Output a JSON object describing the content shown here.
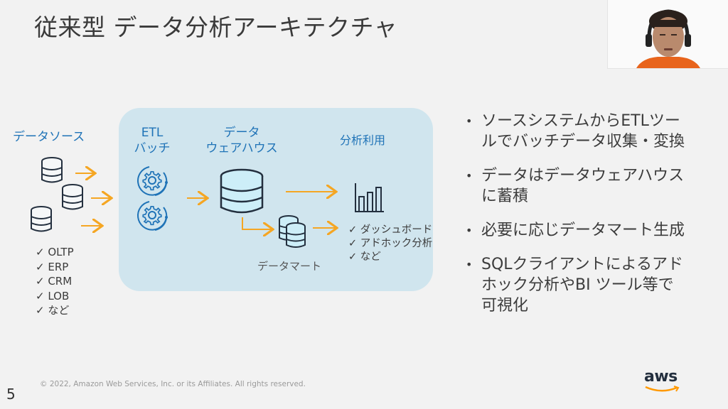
{
  "slide": {
    "title": "従来型 データ分析アーキテクチャ",
    "page_number": "5",
    "copyright": "© 2022, Amazon Web Services, Inc. or its Affiliates. All rights reserved.",
    "logo_text": "aws"
  },
  "diagram": {
    "data_source": {
      "label": "データソース",
      "items": [
        "✓ OLTP",
        "✓ ERP",
        "✓ CRM",
        "✓ LOB",
        "✓ など"
      ]
    },
    "etl": {
      "label_line1": "ETL",
      "label_line2": "バッチ"
    },
    "warehouse": {
      "label_line1": "データ",
      "label_line2": "ウェアハウス"
    },
    "datamart": {
      "label": "データマート"
    },
    "analytics": {
      "label": "分析利用",
      "items": [
        "✓ ダッシュボード",
        "✓ アドホック分析",
        "✓ など"
      ]
    },
    "colors": {
      "accent_blue": "#1f73b7",
      "arrow_orange": "#f5a623",
      "panel_bg": "#d0e5ee",
      "icon_fill": "#cdeef8",
      "icon_stroke": "#232f3e"
    }
  },
  "bullets": [
    {
      "line1": "ソースシステムからETLツー",
      "line2": "ルでバッチデータ収集・変換",
      "line3": ""
    },
    {
      "line1": "データはデータウェアハウス",
      "line2": "に蓄積",
      "line3": ""
    },
    {
      "line1": "必要に応じデータマート生成",
      "line2": "",
      "line3": ""
    },
    {
      "line1": "SQLクライアントによるアド",
      "line2": "ホック分析やBI ツール等で",
      "line3": "可視化"
    }
  ],
  "webcam": {
    "icon": "presenter-video"
  }
}
